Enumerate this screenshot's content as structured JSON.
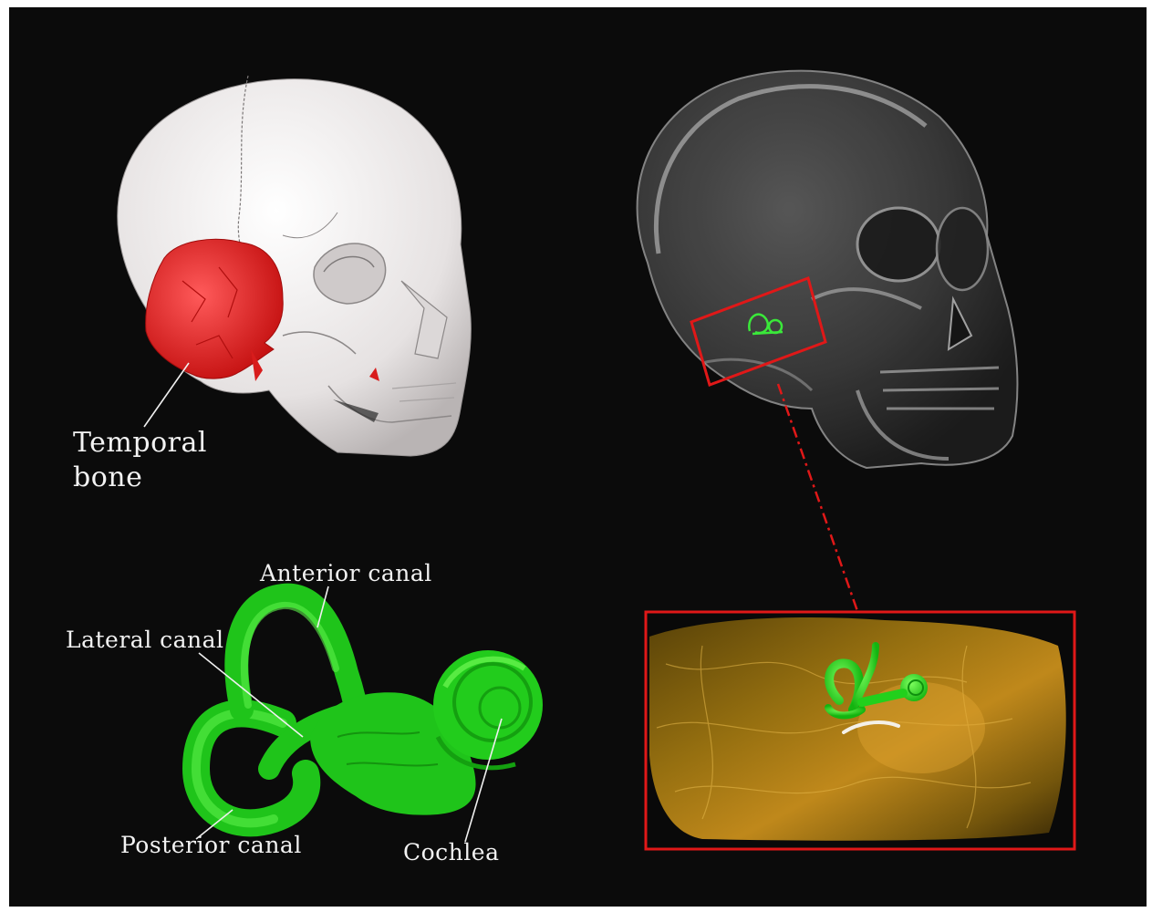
{
  "labels": {
    "temporal_bone_line1": "Temporal",
    "temporal_bone_line2": "bone",
    "anterior_canal": "Anterior canal",
    "lateral_canal": "Lateral canal",
    "posterior_canal": "Posterior canal",
    "cochlea": "Cochlea"
  },
  "colors": {
    "background": "#0b0b0b",
    "skull": "#e8e4e4",
    "temporal_bone": "#e02020",
    "inner_ear": "#22e01c",
    "highlight_box": "#e01818",
    "ct_volume": "#b8860b"
  }
}
